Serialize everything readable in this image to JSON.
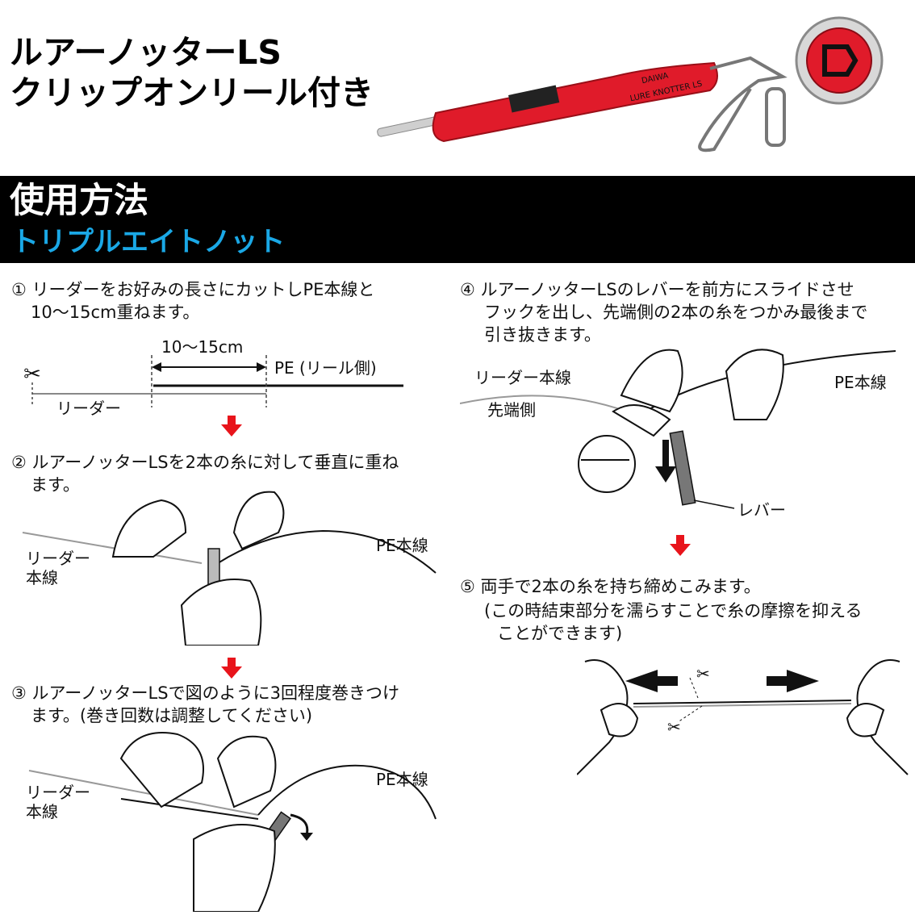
{
  "header": {
    "title_line1": "ルアーノッターLS",
    "title_line2": "クリップオンリール付き",
    "product_brand": "DAIWA",
    "product_text": "LURE KNOTTER LS"
  },
  "banner": {
    "heading": "使用方法",
    "subheading": "トリプルエイトノット"
  },
  "steps": [
    {
      "line1": "① リーダーをお好みの長さにカットしPE本線と",
      "line2": "10〜15cm重ねます。",
      "line3": ""
    },
    {
      "line1": "② ルアーノッターLSを2本の糸に対して垂直に重ね",
      "line2": "ます。",
      "line3": ""
    },
    {
      "line1": "③ ルアーノッターLSで図のように3回程度巻きつけ",
      "line2": "ます。(巻き回数は調整してください)",
      "line3": ""
    },
    {
      "line1": "④ ルアーノッターLSのレバーを前方にスライドさせ",
      "line2": "フックを出し、先端側の2本の糸をつかみ最後まで",
      "line3": "引き抜きます。"
    },
    {
      "line1": "⑤ 両手で2本の糸を持ち締めこみます。",
      "line2": "(この時結束部分を濡らすことで糸の摩擦を抑える",
      "line3": "ことができます)"
    }
  ],
  "diagram1": {
    "measure": "10〜15cm",
    "pe_label": "PE (リール側)",
    "leader_label": "リーダー"
  },
  "diagram2": {
    "leader": "リーダー",
    "leader2": "本線",
    "pe": "PE本線"
  },
  "diagram3": {
    "leader": "リーダー",
    "leader2": "本線",
    "pe": "PE本線"
  },
  "diagram4": {
    "leader": "リーダー本線",
    "tip": "先端側",
    "pe": "PE本線",
    "lever": "レバー"
  },
  "colors": {
    "accent_red": "#e8141b",
    "banner_bg": "#000000",
    "sub_blue": "#1aa8e6"
  }
}
